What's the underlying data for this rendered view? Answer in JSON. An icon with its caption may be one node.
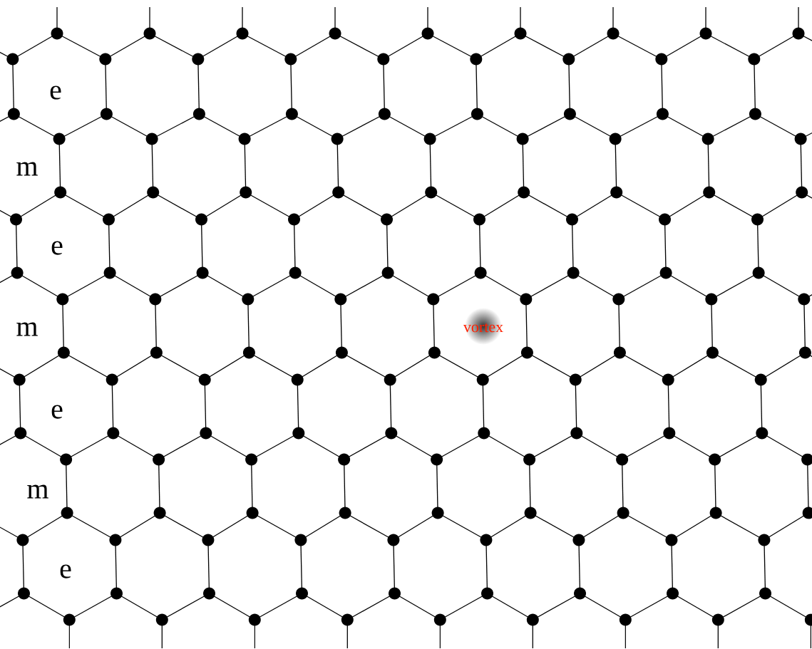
{
  "diagram": {
    "labels": [
      "e",
      "m",
      "e",
      "m",
      "e",
      "m",
      "e",
      "vortex"
    ]
  }
}
